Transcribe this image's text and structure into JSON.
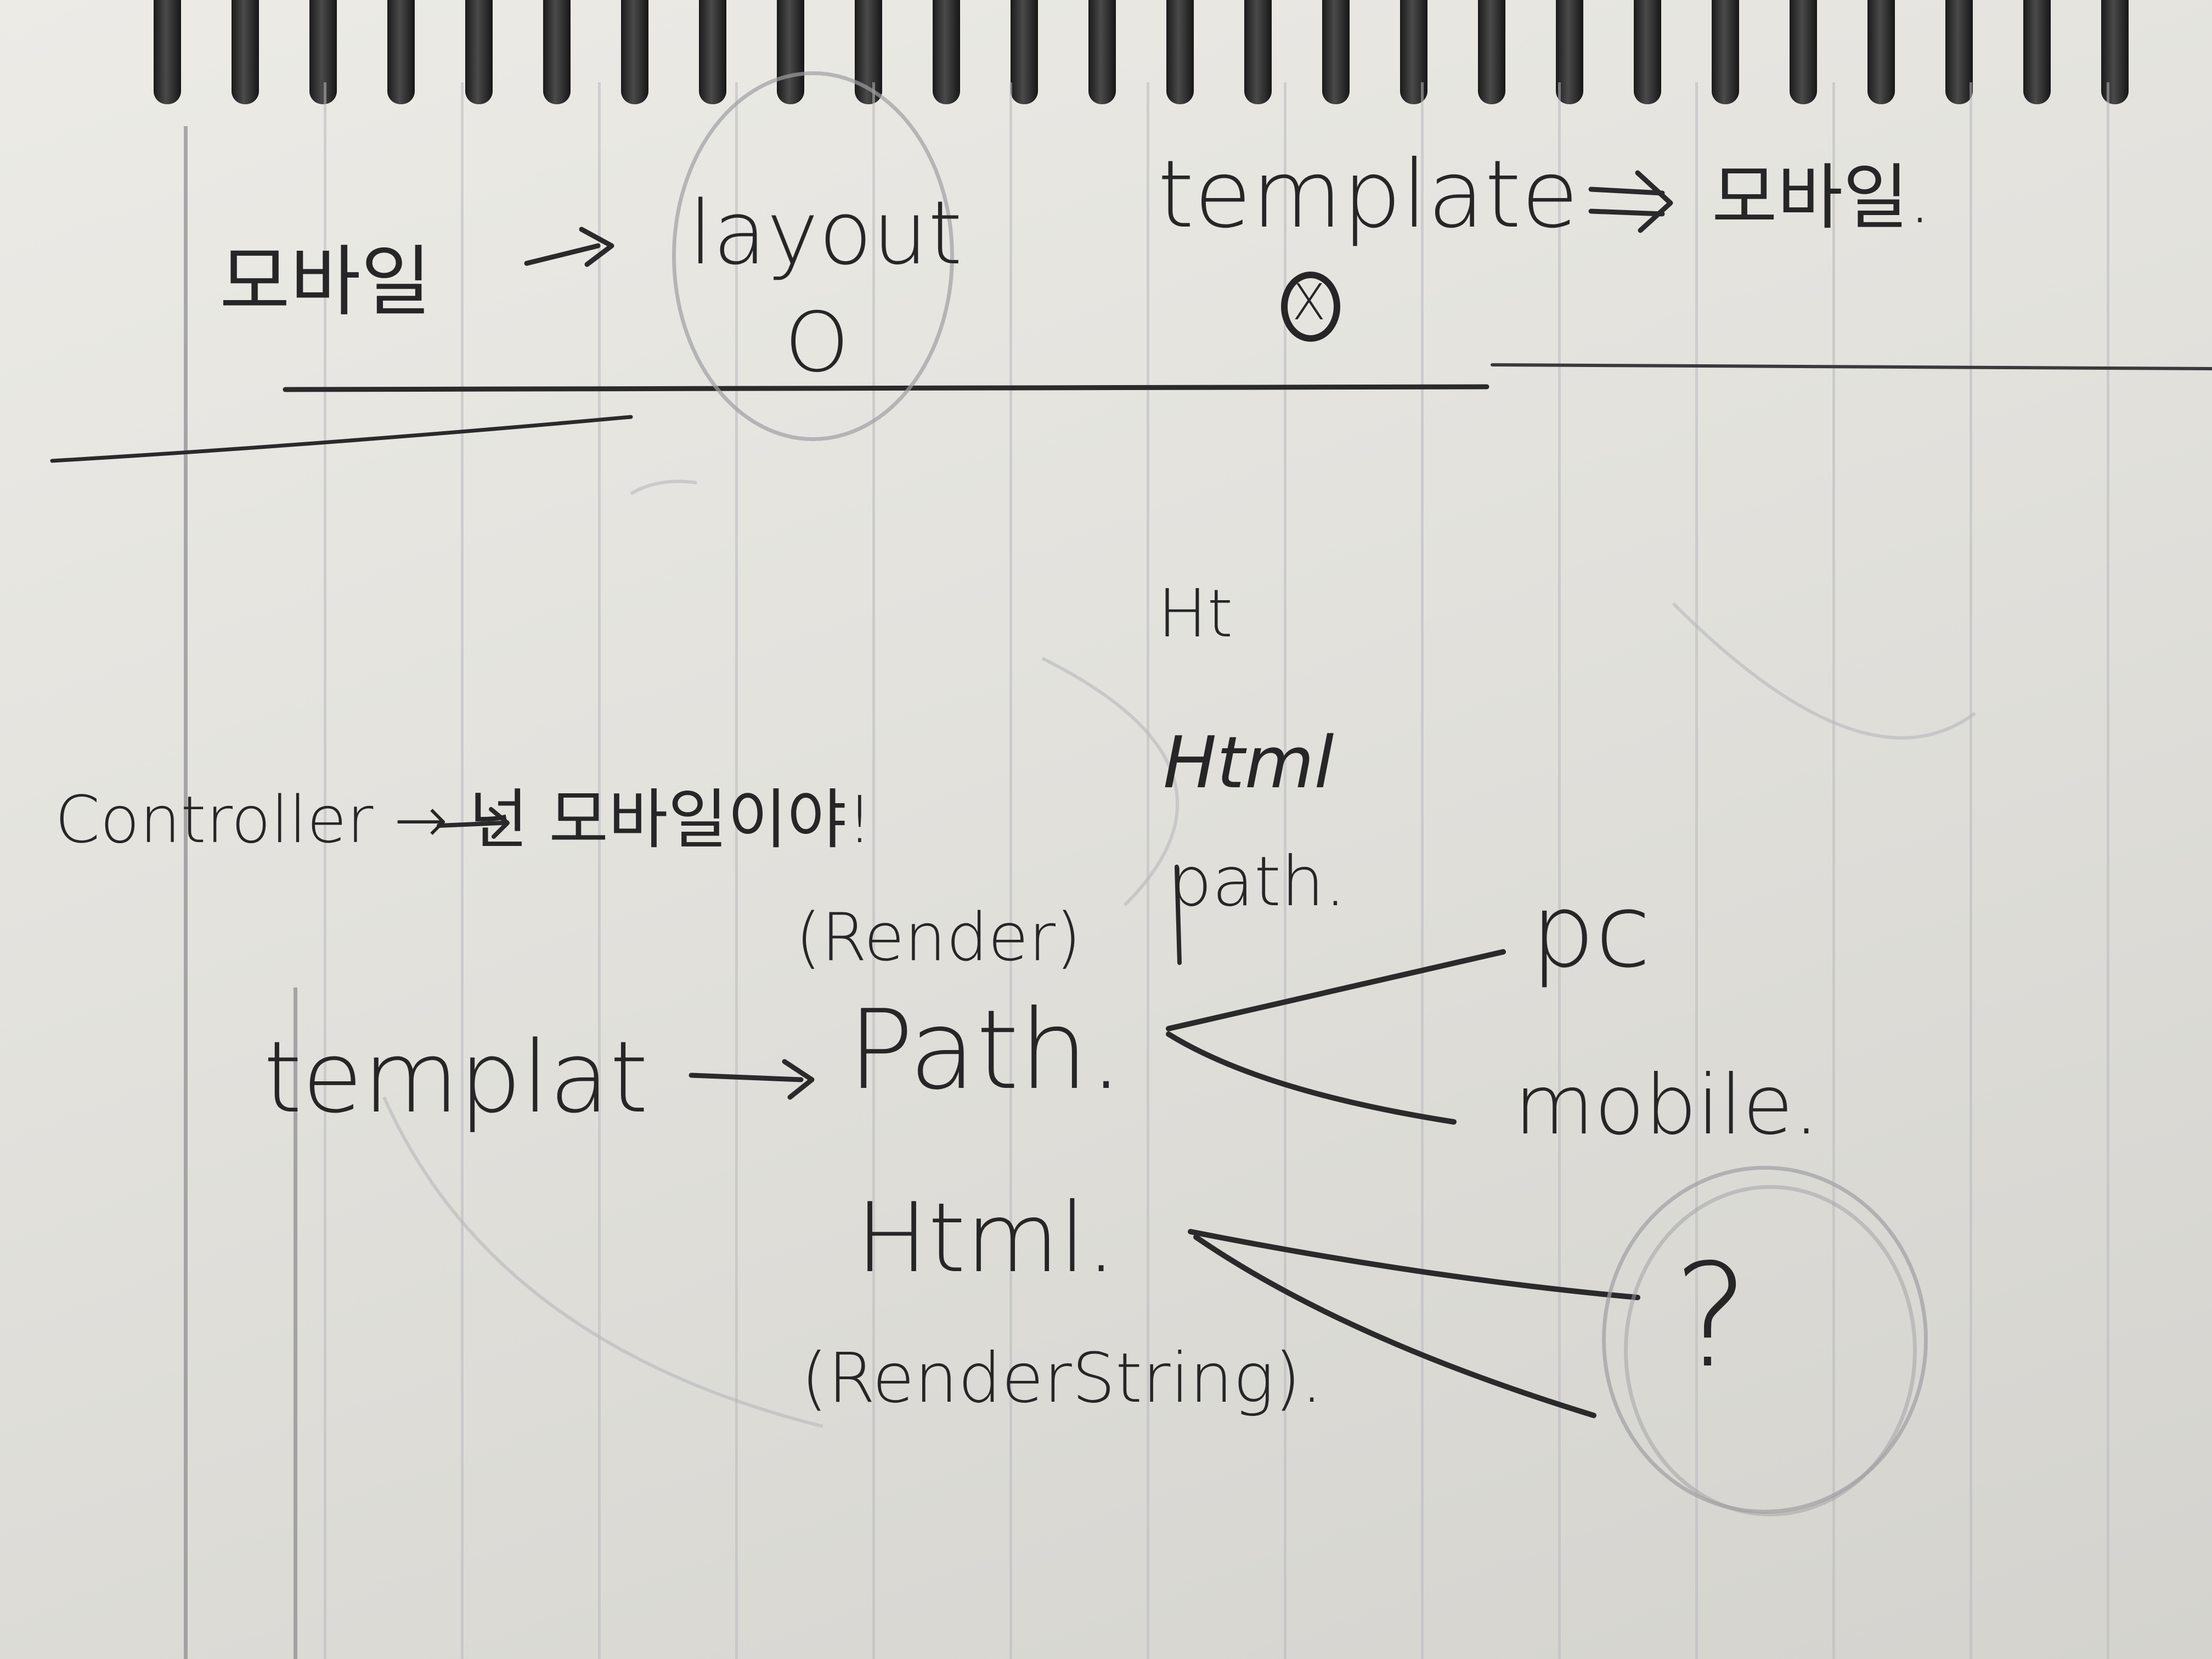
{
  "top_line": {
    "left_word": "모바일",
    "middle_word": "layout",
    "middle_mark": "O",
    "right_word": "template",
    "right_word_mark": "X",
    "final_word": "모바일."
  },
  "controller_line": {
    "text": "Controller → 넌 모바일이야!"
  },
  "stack_above": {
    "scribble": "Ht",
    "word1": "Html",
    "word2": "path."
  },
  "render_label": "(Render)",
  "template_word": "templat",
  "path_word": "Path.",
  "branch_targets": [
    "pc",
    "mobile."
  ],
  "html_word": "Html.",
  "render_string_label": "(RenderString).",
  "question": "?",
  "colors": {
    "paper": "#e7e6e1",
    "ink": "#262626",
    "rule_lines": "#b9b9bd",
    "spiral": "#1a1a1a"
  }
}
